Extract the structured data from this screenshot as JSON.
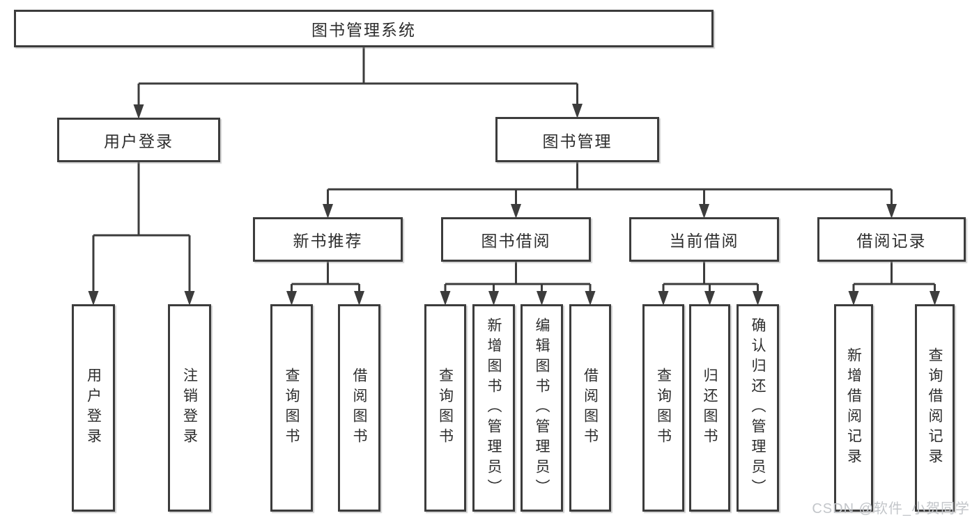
{
  "diagram": {
    "title": "图书管理系统",
    "watermark": "CSDN @软件_小贺同学",
    "colors": {
      "line": "#3c3c3c",
      "box_border": "#3c3c3c",
      "text": "#2d2d2d",
      "background": "#ffffff",
      "watermark": "#c3c6ca"
    },
    "nodes": [
      {
        "id": "root",
        "label": "图书管理系统",
        "parent": null
      },
      {
        "id": "user-login",
        "label": "用户登录",
        "parent": "root"
      },
      {
        "id": "book-management",
        "label": "图书管理",
        "parent": "root"
      },
      {
        "id": "user-login-leaf",
        "label": "用户登录",
        "parent": "user-login"
      },
      {
        "id": "logout",
        "label": "注销登录",
        "parent": "user-login"
      },
      {
        "id": "new-book-recommend",
        "label": "新书推荐",
        "parent": "book-management"
      },
      {
        "id": "book-borrowing",
        "label": "图书借阅",
        "parent": "book-management"
      },
      {
        "id": "current-borrowing",
        "label": "当前借阅",
        "parent": "book-management"
      },
      {
        "id": "borrowing-records",
        "label": "借阅记录",
        "parent": "book-management"
      },
      {
        "id": "query-books-1",
        "label": "查询图书",
        "parent": "new-book-recommend"
      },
      {
        "id": "borrow-books-1",
        "label": "借阅图书",
        "parent": "new-book-recommend"
      },
      {
        "id": "query-books-2",
        "label": "查询图书",
        "parent": "book-borrowing"
      },
      {
        "id": "add-books",
        "label": "新增图书（管理员）",
        "parent": "book-borrowing"
      },
      {
        "id": "edit-books",
        "label": "编辑图书（管理员）",
        "parent": "book-borrowing"
      },
      {
        "id": "borrow-books-2",
        "label": "借阅图书",
        "parent": "book-borrowing"
      },
      {
        "id": "query-books-3",
        "label": "查询图书",
        "parent": "current-borrowing"
      },
      {
        "id": "return-books",
        "label": "归还图书",
        "parent": "current-borrowing"
      },
      {
        "id": "confirm-return",
        "label": "确认归还（管理员）",
        "parent": "current-borrowing"
      },
      {
        "id": "add-borrow-record",
        "label": "新增借阅记录",
        "parent": "borrowing-records"
      },
      {
        "id": "query-borrow-record",
        "label": "查询借阅记录",
        "parent": "borrowing-records"
      }
    ]
  }
}
